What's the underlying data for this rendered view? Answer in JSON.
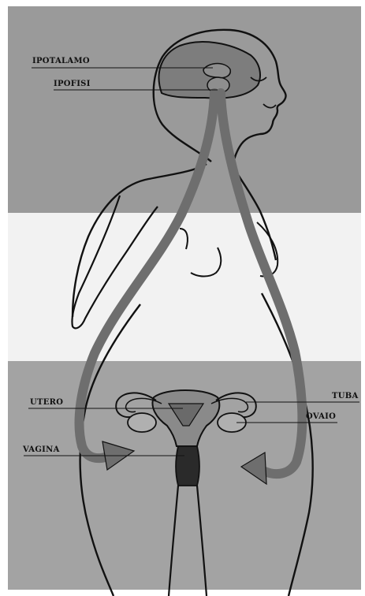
{
  "diagram": {
    "labels": {
      "hypothalamus": "IPOTALAMO",
      "pituitary": "IPOFISI",
      "uterus": "UTERO",
      "tube": "TUBA",
      "ovary": "OVAIO",
      "vagina": "VAGINA"
    },
    "colors": {
      "band_top": "#9a9a9a",
      "band_middle": "#f2f2f2",
      "band_bottom": "#a3a3a3",
      "arrow": "#6e6e6e",
      "organ_fill": "#8a8a8a",
      "outline": "#111111"
    }
  }
}
